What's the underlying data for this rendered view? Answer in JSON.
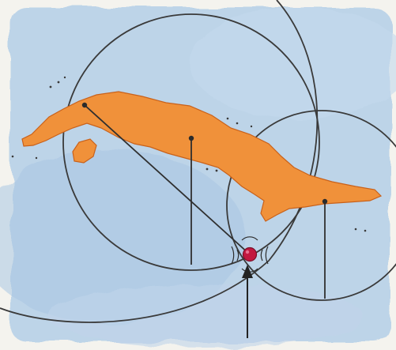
{
  "map": {
    "style": "hand-drawn watercolor",
    "colors": {
      "sea": "#b7d0e8",
      "paper": "#f4f3ee",
      "land": "#f0913a",
      "land_outline": "#c9611a",
      "lines": "#3a3a3a",
      "target_marker": "#c2183f"
    },
    "features": {
      "main_island": "island-outline",
      "small_island": "island-outline",
      "range_circles": 3,
      "bearing_lines": 4,
      "stations": 3,
      "target": "target-marker-dot",
      "pointer": "arrow-up-icon"
    }
  }
}
